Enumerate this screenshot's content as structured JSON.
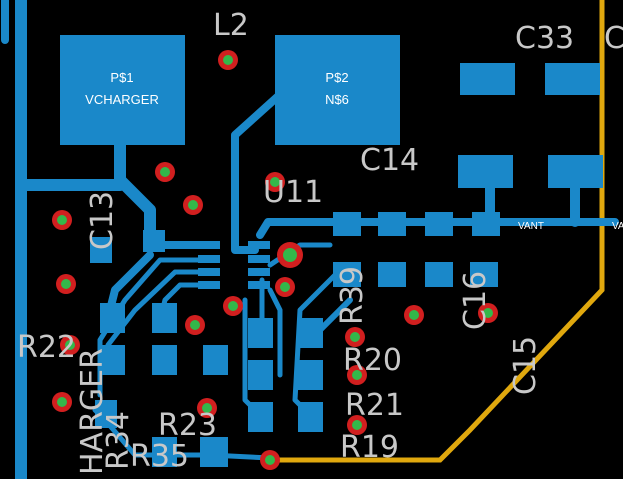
{
  "colors": {
    "background": "#000000",
    "copper": "#1a88c9",
    "outline": "#e0a80e",
    "via_ring": "#d11f1f",
    "via_core": "#33b84a",
    "label": "#c8c8c8"
  },
  "pads": {
    "p1_name": "P$1",
    "p1_net": "VCHARGER",
    "p2_name": "P$2",
    "p2_net": "N$6"
  },
  "nets": {
    "vant_a": "VANT",
    "vant_b": "VA"
  },
  "labels": {
    "l2": "L2",
    "c33": "C33",
    "c_edge": "C",
    "c14": "C14",
    "u11": "U11",
    "c13": "C13",
    "r39": "R39",
    "c16": "C16",
    "r22": "R22",
    "r20": "R20",
    "c15": "C15",
    "r21": "R21",
    "r23": "R23",
    "r34": "R34",
    "charger": "HARGER",
    "r35": "R35",
    "r19": "R19"
  }
}
